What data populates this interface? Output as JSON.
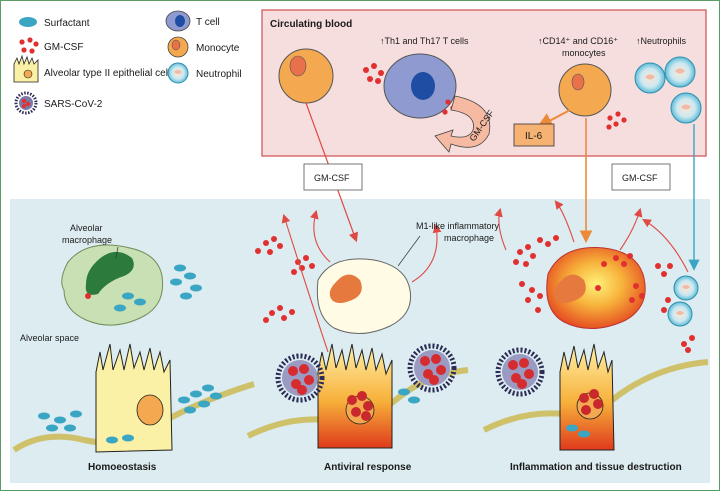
{
  "legend": {
    "surfactant": "Surfactant",
    "gm_csf": "GM-CSF",
    "alveolar_type2": "Alveolar type II epithelial cell",
    "sars": "SARS-CoV-2",
    "t_cell": "T cell",
    "monocyte": "Monocyte",
    "neutrophil": "Neutrophil"
  },
  "blood": {
    "title": "Circulating blood",
    "th_cells": "↑Th1 and Th17 T cells",
    "mono_line1": "↑CD14⁺ and CD16⁺",
    "mono_line2": "monocytes",
    "neutrophils": "↑Neutrophils",
    "il6": "IL-6",
    "gm_csf_arrow": "GM-CSF"
  },
  "boxes": {
    "gm_csf_left": "GM-CSF",
    "gm_csf_right": "GM-CSF"
  },
  "alveolar": {
    "macrophage_line1": "Alveolar",
    "macrophage_line2": "macrophage",
    "space": "Alveolar space",
    "m1_line1": "M1-like inflammatory",
    "m1_line2": "macrophage"
  },
  "panels": {
    "homeostasis": "Homoeostasis",
    "antiviral": "Antiviral response",
    "inflammation": "Inflammation and tissue destruction"
  },
  "colors": {
    "blood_bg": "#f6dede",
    "blood_border": "#d04d4d",
    "alveolar_bg": "#dcecf1",
    "surfactant": "#3aa6c4",
    "gm_csf": "#e03030",
    "monocyte": "#f4a950",
    "tcell": "#8e9ad0"
  }
}
